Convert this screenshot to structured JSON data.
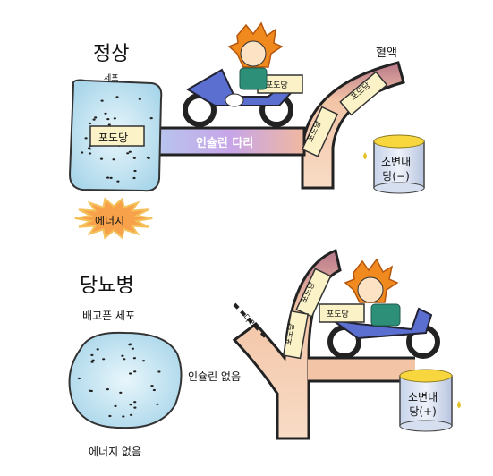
{
  "normal": {
    "title": "정상",
    "cell_label": "세포",
    "glucose_in_cell": "포도당",
    "energy": "에너지",
    "bridge_label": "인슐린 다리",
    "blood_label": "혈액",
    "scooter_box": "포도당",
    "blood_boxes": [
      "포도당",
      "포도당"
    ],
    "urine_glucose": "소변내\n당(−)"
  },
  "diabetic": {
    "title": "당뇨병",
    "hungry_cell": "배고픈 세포",
    "no_insulin": "인슐린 없음",
    "no_energy": "에너지 없음",
    "bridge_text": "다리",
    "scooter_box": "포도당",
    "blood_boxes": [
      "포도당",
      "포도당"
    ],
    "urine_glucose": "소변내\n당(+)"
  },
  "colors": {
    "cell_fill": "#bfe3f0",
    "vessel_fill": "#f3c4a6",
    "vessel_dark": "#b87c8e",
    "bridge_start": "#cbb4e8",
    "bridge_end": "#8fb2ea",
    "energy_burst": "#f7a14a",
    "scooter": "#5a6fcf",
    "hair": "#f08a1e",
    "box": "#fbf3c7",
    "cup_top": "#f7d63e"
  }
}
